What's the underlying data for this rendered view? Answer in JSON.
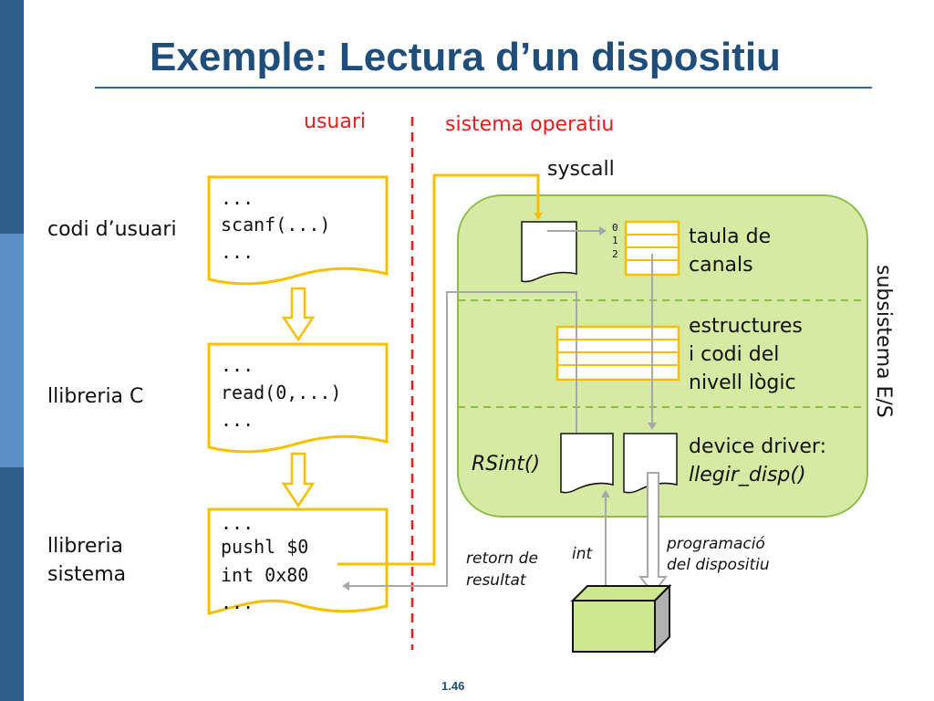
{
  "slide": {
    "title": "Exemple: Lectura d’un dispositiu",
    "page_number": "1.46"
  },
  "regions": {
    "user": "usuari",
    "os": "sistema operatiu"
  },
  "levels": {
    "user_code": "codi d’usuari",
    "libc": "llibreria C",
    "syslib_1": "llibreria",
    "syslib_2": "sistema"
  },
  "code_blocks": {
    "user": [
      "...",
      "scanf(...)",
      "..."
    ],
    "libc": [
      "...",
      "read(0,...)",
      "..."
    ],
    "syslib": [
      "...",
      "pushl $0",
      "int 0x80",
      "..."
    ]
  },
  "os": {
    "syscall": "syscall",
    "subsystem": "subsistema E/S",
    "channel_indices": [
      "0",
      "1",
      "2"
    ],
    "channel_table_1": "taula de",
    "channel_table_2": "canals",
    "logic_1": "estructures",
    "logic_2": "i codi del",
    "logic_3": "nivell lògic",
    "driver_1": "device driver:",
    "driver_2": "llegir_disp()",
    "rsint": "RSint()"
  },
  "annotations": {
    "return_1": "retorn de",
    "return_2": "resultat",
    "int": "int",
    "prog_1": "programació",
    "prog_2": "del dispositiu"
  },
  "colors": {
    "sidebar_dark": "#2f5d8a",
    "sidebar_light": "#5b8fc6",
    "title": "#1f4e7a",
    "accent_yellow": "#f5c000",
    "os_fill": "#d6eaa4",
    "os_border": "#8fbd4a",
    "device_fill": "#cfe88f",
    "red": "#e02020",
    "gray_arrow": "#a8a8a8"
  }
}
